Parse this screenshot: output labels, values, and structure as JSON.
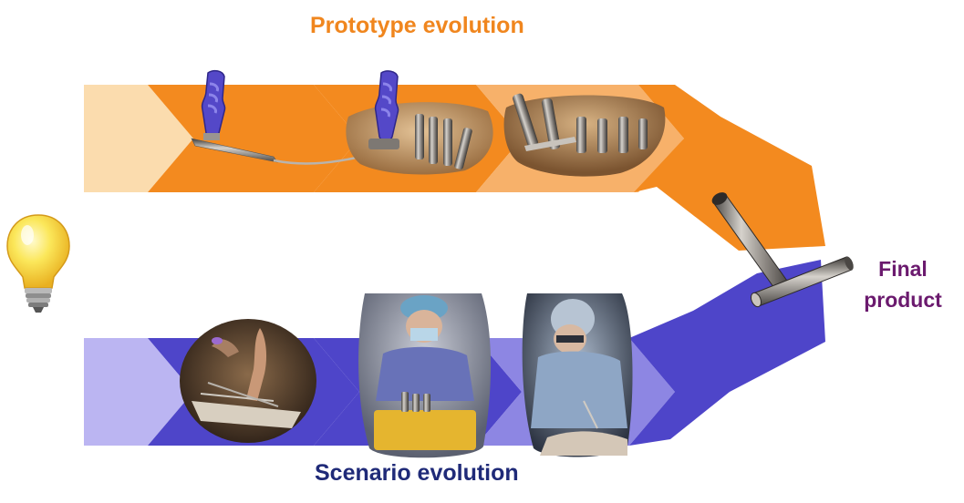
{
  "diagram": {
    "top_title": "Prototype evolution",
    "bottom_title": "Scenario evolution",
    "final_label_line1": "Final",
    "final_label_line2": "product"
  },
  "colors": {
    "prototype_text": "#f0861e",
    "scenario_text": "#1f2a78",
    "final_text": "#6b1a6e",
    "prototype_band": "#f38a1f",
    "prototype_band_light": "#f7c894",
    "prototype_band_pale": "#fbdcae",
    "scenario_band": "#4e45c9",
    "scenario_band_light": "#8d86e3",
    "scenario_band_pale": "#bbb5f2",
    "bulb_yellow": "#f9e04a",
    "handle_purple": "#5448c8",
    "metal": "#9a9590"
  },
  "icons": [
    "lightbulb-icon",
    "t-handle-tool-icon"
  ],
  "photos": [
    "prototype-photo-1",
    "prototype-photo-2",
    "prototype-photo-3",
    "scenario-photo-1",
    "scenario-photo-2",
    "scenario-photo-3"
  ]
}
